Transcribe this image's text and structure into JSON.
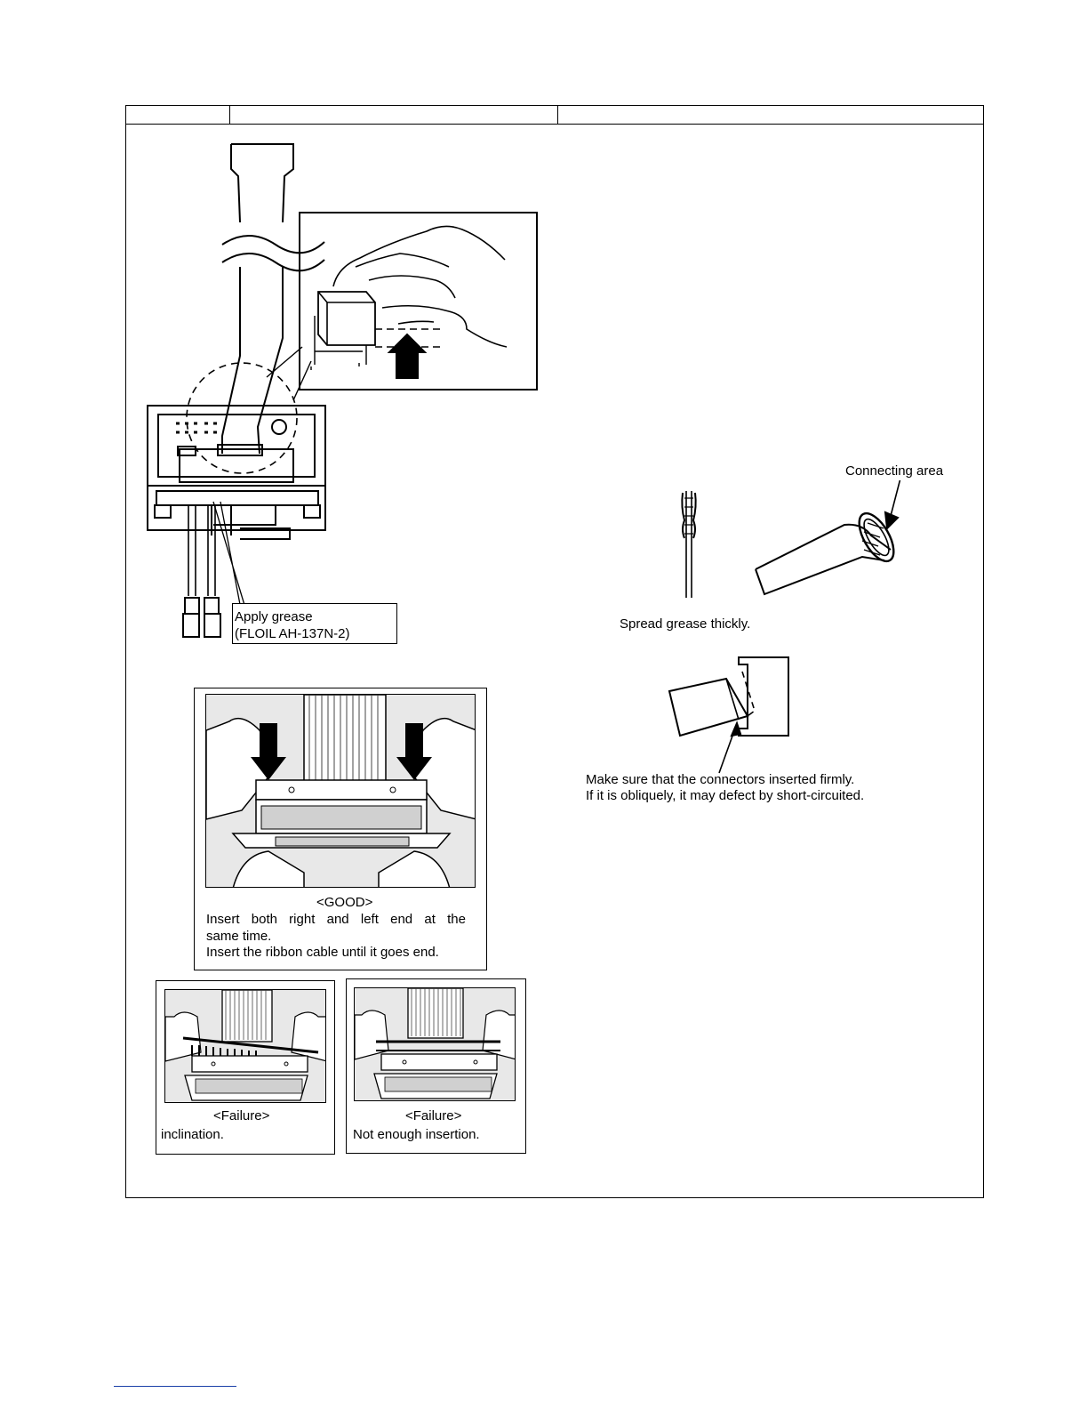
{
  "labels": {
    "apply_grease_line1": "Apply grease",
    "apply_grease_line2": "(FLOIL AH-137N-2)",
    "connecting_area": "Connecting area",
    "spread_grease": "Spread grease thickly.",
    "make_sure_line1": "Make sure that the connectors inserted firmly.",
    "make_sure_line2": "If it is obliquely, it may defect by short-circuited."
  },
  "good_panel": {
    "caption": "<GOOD>",
    "line1": "Insert both right and left end at the",
    "line2": "same time.",
    "line3": "Insert the ribbon cable until it goes end."
  },
  "failure_panels": [
    {
      "caption": "<Failure>",
      "description": "inclination."
    },
    {
      "caption": "<Failure>",
      "description": "Not enough insertion."
    }
  ]
}
